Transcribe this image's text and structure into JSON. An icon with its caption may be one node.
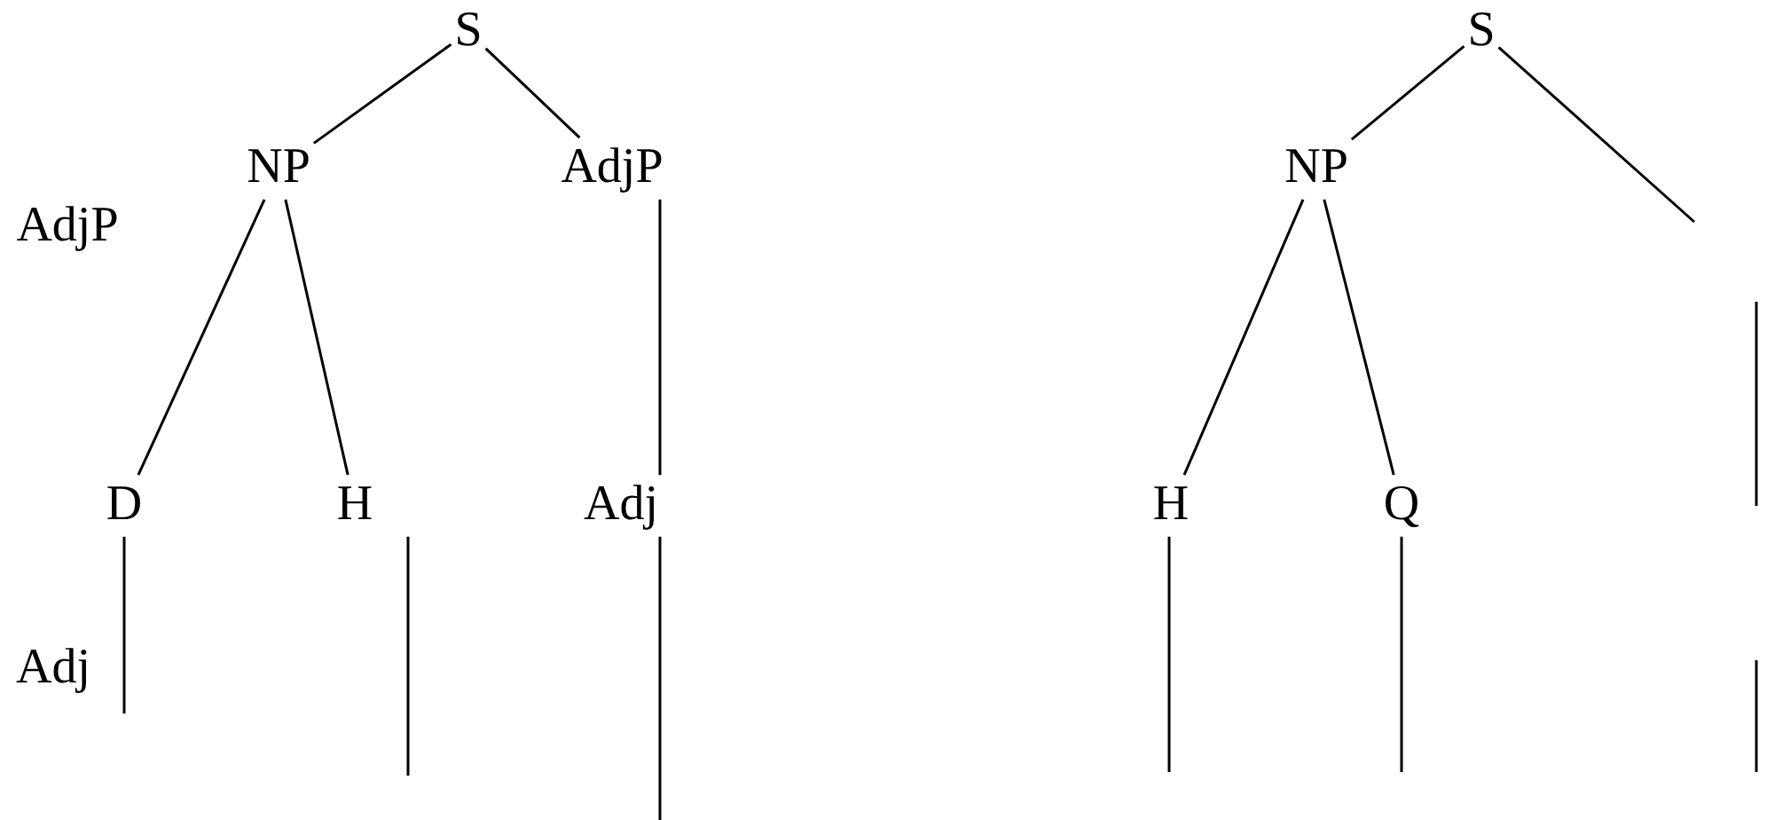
{
  "diagram": {
    "nodes": [
      {
        "text": [
          "S"
        ]
      },
      {
        "text": [
          "NP"
        ]
      },
      {
        "text": [
          "AdjP"
        ]
      },
      {
        "text": [
          "D"
        ]
      },
      {
        "text": [
          "H"
        ]
      },
      {
        "text": [
          "Adj"
        ]
      },
      {
        "text": [
          "S"
        ]
      },
      {
        "text": [
          "NP"
        ]
      },
      {
        "text": [
          "H"
        ]
      },
      {
        "text": [
          "Q"
        ]
      }
    ],
    "edges": [
      {
        "from": 0,
        "to": 1,
        "arrow": "none"
      },
      {
        "from": 0,
        "to": 2,
        "arrow": "none"
      },
      {
        "from": 1,
        "to": 3,
        "arrow": "none"
      },
      {
        "from": 1,
        "to": 4,
        "arrow": "none"
      },
      {
        "from": 2,
        "to": 5,
        "arrow": "none"
      },
      {
        "from": 3,
        "to": null,
        "arrow": "none"
      },
      {
        "from": 4,
        "to": null,
        "arrow": "none"
      },
      {
        "from": 5,
        "to": null,
        "arrow": "none"
      },
      {
        "from": 6,
        "to": 7,
        "arrow": "none"
      },
      {
        "from": 6,
        "to": null,
        "arrow": "none"
      },
      {
        "from": 7,
        "to": 8,
        "arrow": "none"
      },
      {
        "from": 7,
        "to": 9,
        "arrow": "none"
      },
      {
        "from": 8,
        "to": null,
        "arrow": "none"
      },
      {
        "from": 9,
        "to": null,
        "arrow": "none"
      }
    ],
    "labels": [
      "AdjP",
      "Adj"
    ]
  }
}
